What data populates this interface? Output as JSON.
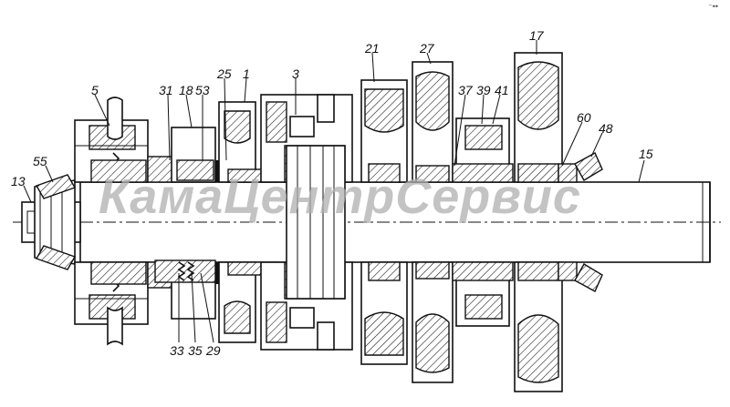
{
  "watermark": "КамаЦентрСервис",
  "corner_mark": "⁻••",
  "callouts": [
    {
      "id": "c1",
      "text": "1"
    },
    {
      "id": "c3",
      "text": "3"
    },
    {
      "id": "c5",
      "text": "5"
    },
    {
      "id": "c13",
      "text": "13"
    },
    {
      "id": "c15",
      "text": "15"
    },
    {
      "id": "c17",
      "text": "17"
    },
    {
      "id": "c18",
      "text": "18"
    },
    {
      "id": "c21",
      "text": "21"
    },
    {
      "id": "c25",
      "text": "25"
    },
    {
      "id": "c27",
      "text": "27"
    },
    {
      "id": "c29",
      "text": "29"
    },
    {
      "id": "c31",
      "text": "31"
    },
    {
      "id": "c33",
      "text": "33"
    },
    {
      "id": "c35",
      "text": "35"
    },
    {
      "id": "c37",
      "text": "37"
    },
    {
      "id": "c39",
      "text": "39"
    },
    {
      "id": "c41",
      "text": "41"
    },
    {
      "id": "c48",
      "text": "48"
    },
    {
      "id": "c53",
      "text": "53"
    },
    {
      "id": "c55",
      "text": "55"
    },
    {
      "id": "c60",
      "text": "60"
    }
  ]
}
